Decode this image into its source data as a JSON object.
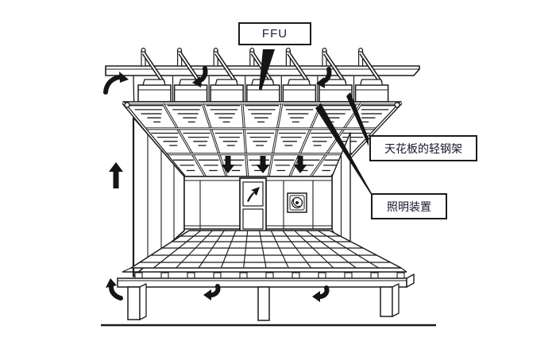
{
  "diagram": {
    "title_context": "FFU cleanroom airflow diagram",
    "labels": {
      "ffu": "FFU",
      "ceiling_frame": "天花板的轻钢架",
      "lighting": "照明装置"
    },
    "colors": {
      "line": "#1b1b1b",
      "background": "#ffffff",
      "label_text": "#1d1d3a",
      "arrow_fill": "#151515"
    },
    "icons": [
      "airflow-down-arrow",
      "airflow-up-arrow",
      "airflow-curved-arrow",
      "door-swing-arrow-icon",
      "light-fixture-icon"
    ]
  }
}
